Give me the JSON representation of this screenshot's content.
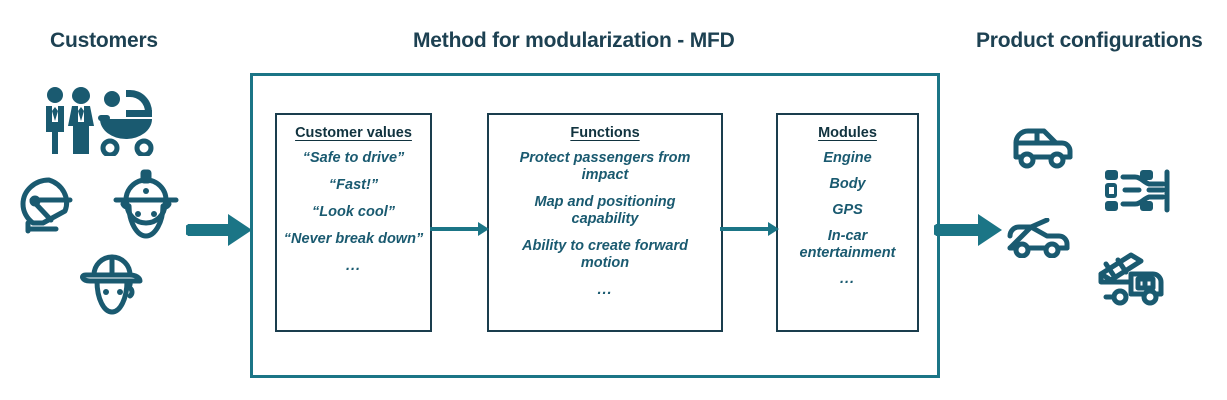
{
  "headings": {
    "customers": "Customers",
    "method": "Method for modularization - MFD",
    "products": "Product configurations"
  },
  "colors": {
    "teal": "#1b7586",
    "navy": "#1a3d4d",
    "heading": "#1d4152",
    "item_text": "#1a5a70",
    "background": "#ffffff"
  },
  "mfd": {
    "boxes": [
      {
        "id": "customer-values",
        "title": "Customer values",
        "items": [
          "“Safe to drive”",
          "“Fast!”",
          "“Look cool”",
          "“Never break down”",
          "..."
        ]
      },
      {
        "id": "functions",
        "title": "Functions",
        "items": [
          "Protect passengers from impact",
          "Map and positioning capability",
          "Ability to create forward motion",
          "..."
        ]
      },
      {
        "id": "modules",
        "title": "Modules",
        "items": [
          "Engine",
          "Body",
          "GPS",
          "In-car entertainment",
          "..."
        ]
      }
    ]
  },
  "icons": {
    "customers": [
      "family-group-icon",
      "motorcycle-helmet-icon",
      "construction-worker-icon",
      "person-with-cap-icon"
    ],
    "products": [
      "suv-car-icon",
      "formula-race-car-icon",
      "convertible-car-icon",
      "fire-ladder-truck-icon"
    ],
    "arrows": [
      "arrow-right-thick-in",
      "arrow-right-thin-values-to-functions",
      "arrow-right-thin-functions-to-modules",
      "arrow-right-thick-out"
    ]
  }
}
